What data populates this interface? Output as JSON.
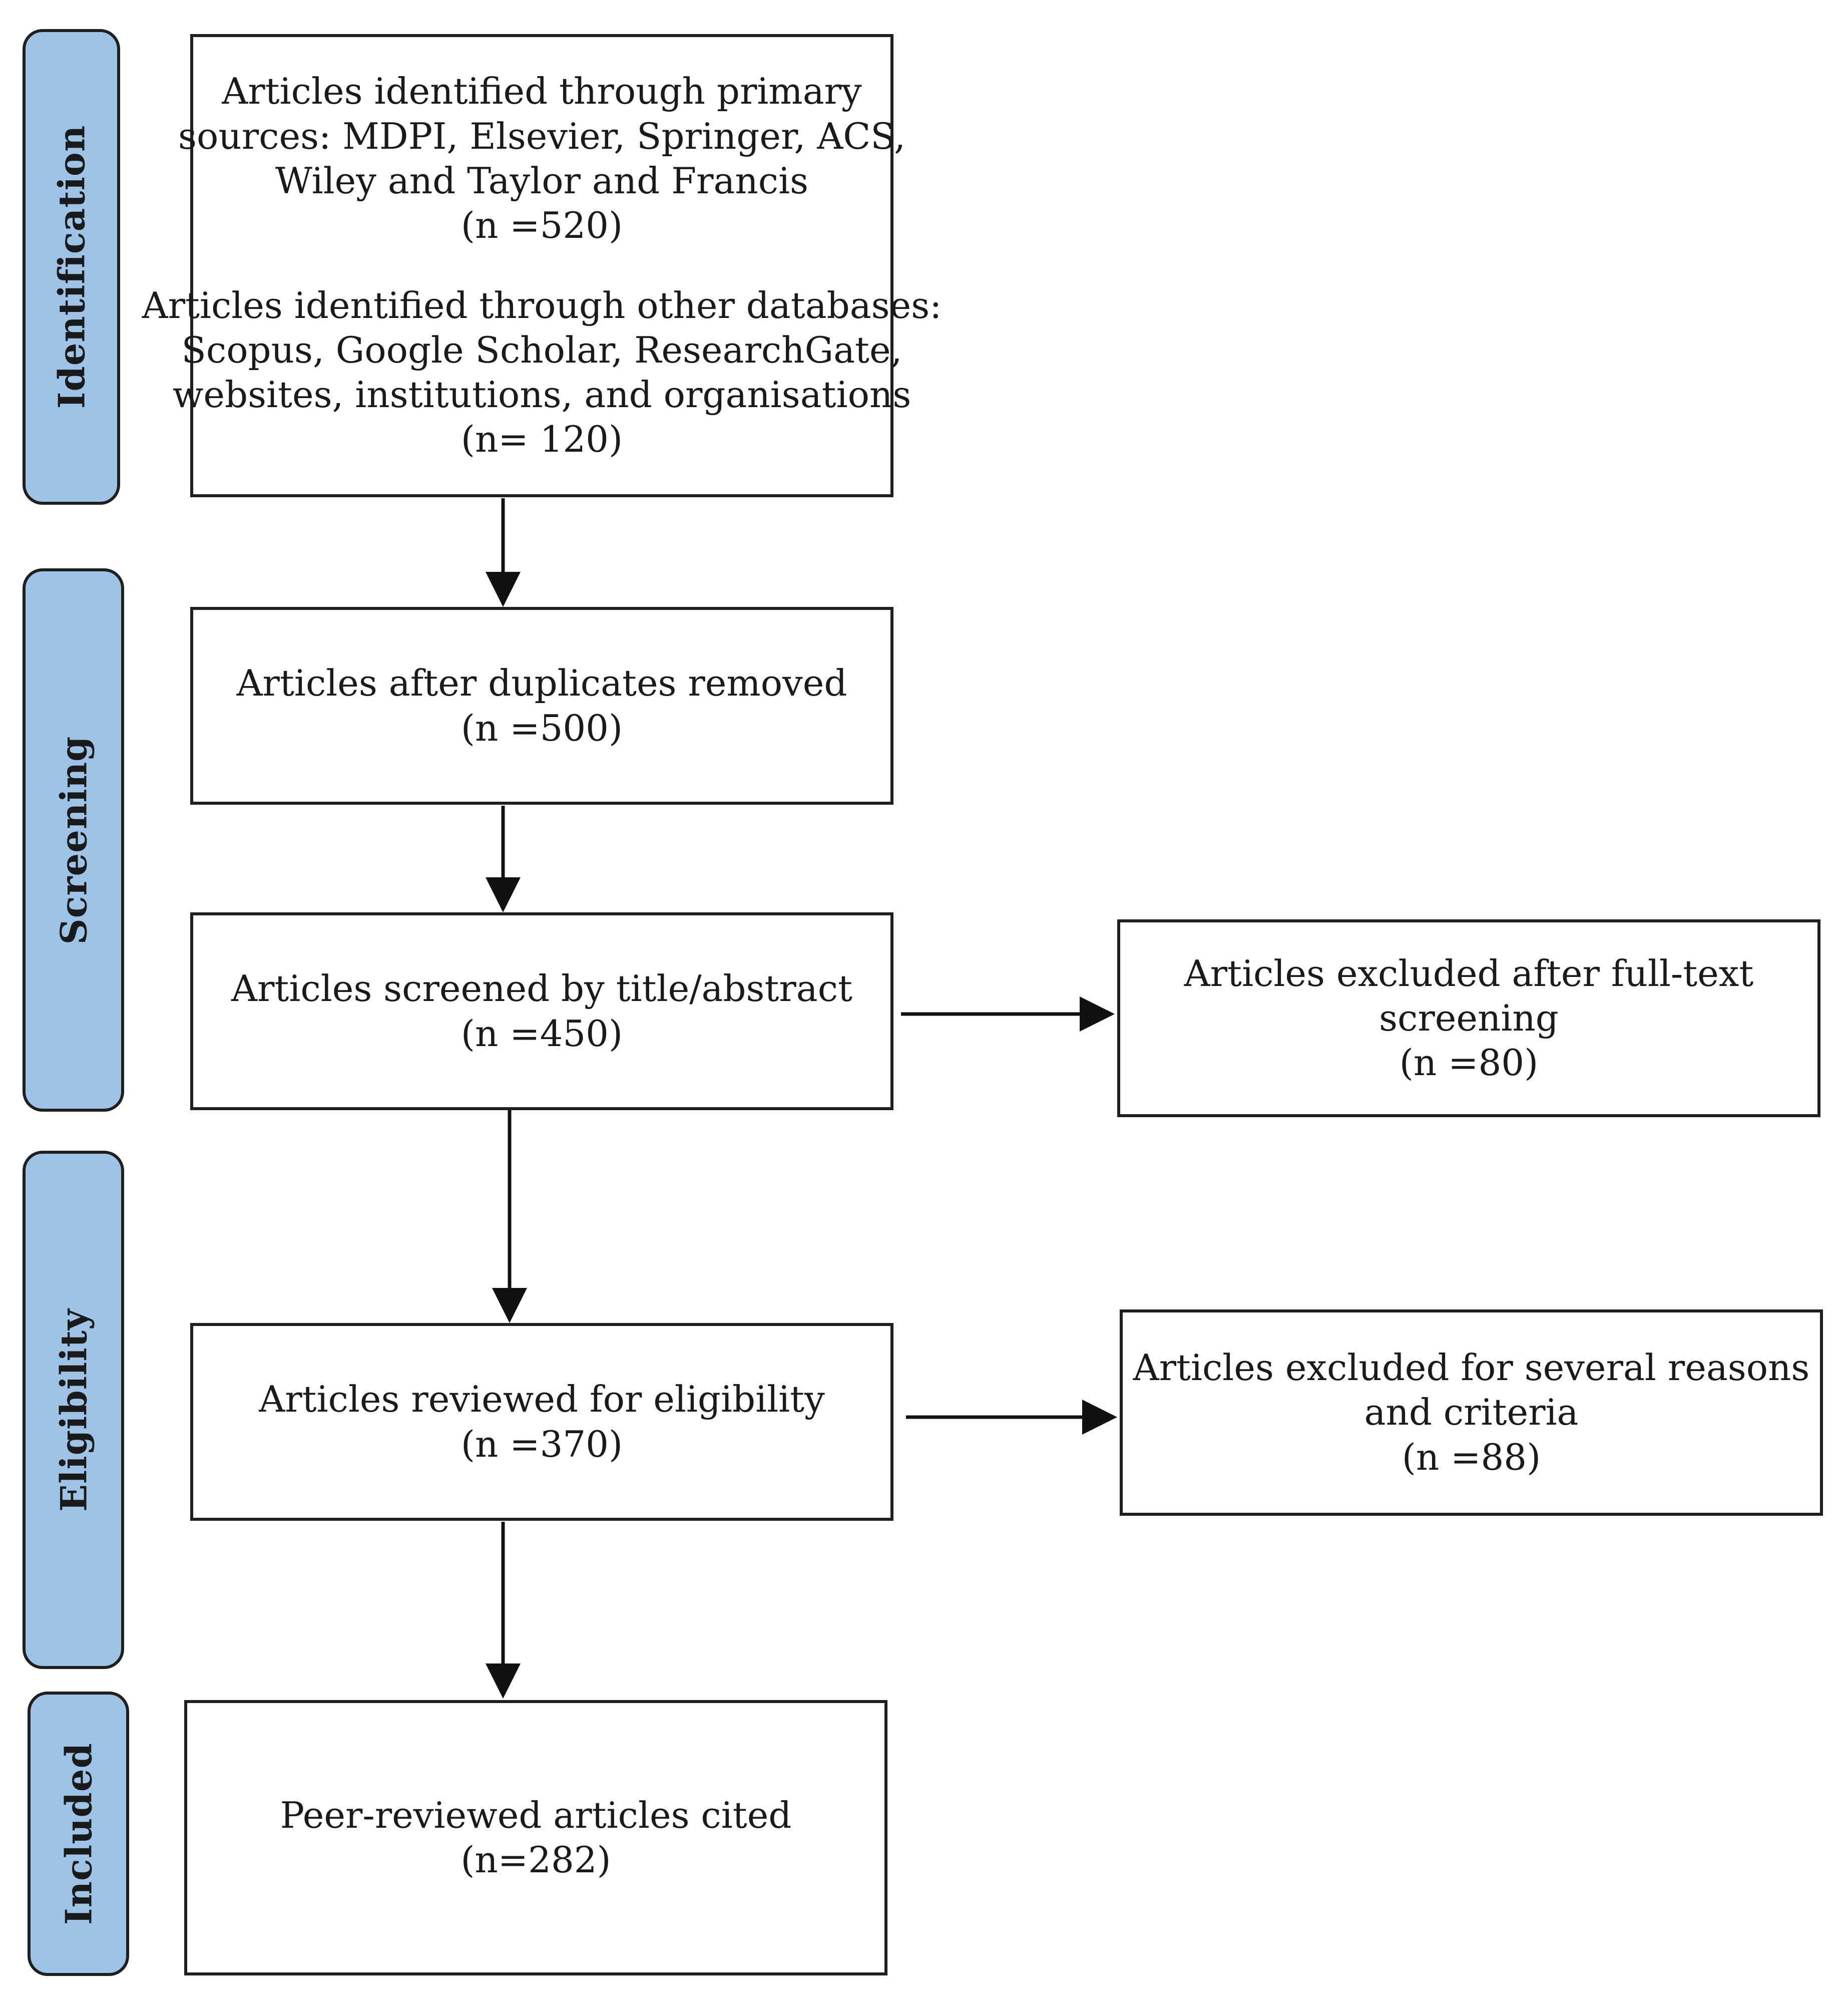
{
  "phases": {
    "identification": "Identification",
    "screening": "Screening",
    "eligibility": "Eligibility",
    "included": "Included"
  },
  "boxes": {
    "identified": {
      "primary": [
        "Articles identified through primary",
        "sources: MDPI, Elsevier, Springer, ACS,",
        "Wiley and Taylor and Francis",
        "(n =520)"
      ],
      "other": [
        "Articles identified through other databases:",
        "Scopus, Google Scholar, ResearchGate,",
        "websites, institutions, and organisations",
        "(n= 120)"
      ]
    },
    "duplicates_removed": [
      "Articles after duplicates removed",
      "(n =500)"
    ],
    "screened": [
      "Articles screened by title/abstract",
      "(n =450)"
    ],
    "excluded_fulltext": [
      "Articles excluded after full-text",
      "screening",
      "(n =80)"
    ],
    "eligibility": [
      "Articles reviewed for eligibility",
      "(n =370)"
    ],
    "excluded_reasons": [
      "Articles excluded for several reasons",
      "and criteria",
      "(n =88)"
    ],
    "included": [
      "Peer-reviewed articles cited",
      "(n=282)"
    ]
  }
}
